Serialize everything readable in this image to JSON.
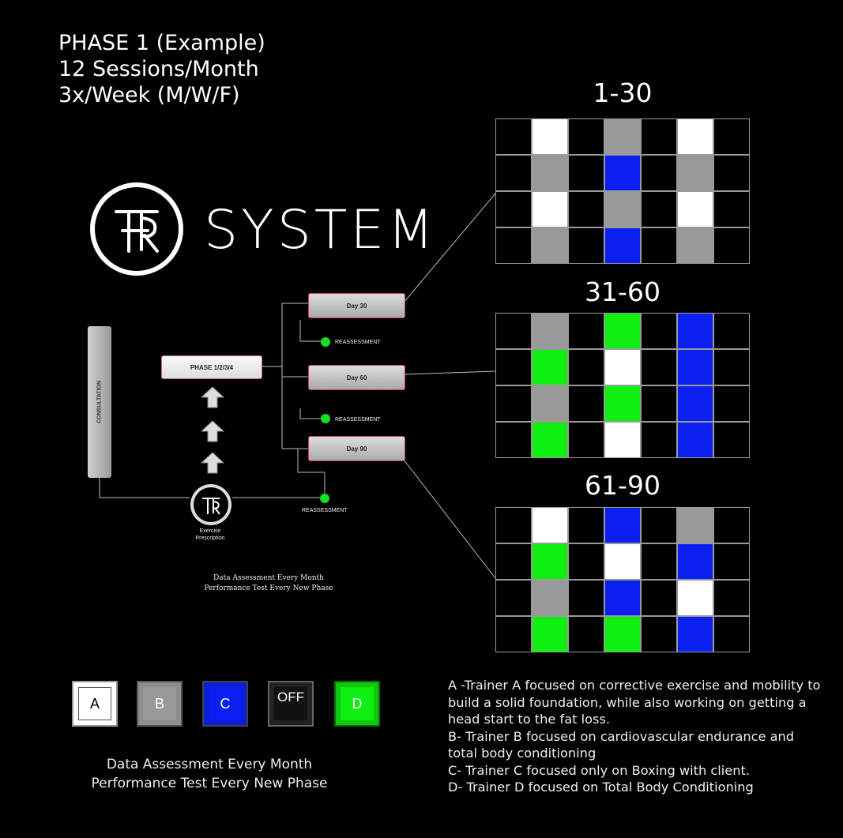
{
  "phase_title": {
    "line1": "PHASE 1 (Example)",
    "line2": "12 Sessions/Month",
    "line3": "3x/Week (M/W/F)"
  },
  "logo": {
    "text": "SYSTEM"
  },
  "flow": {
    "consultation": "CONSULTATION",
    "phase_box": "PHASE 1/2/3/4",
    "days": [
      "Day 30",
      "Day 60",
      "Day 90"
    ],
    "reassessment": "REASSESSMENT",
    "exercise_label_1": "Exercise",
    "exercise_label_2": "Prescription",
    "note_1": "Data Assessment Every Month",
    "note_2": "Performance Test Every New Phase"
  },
  "grids": [
    {
      "label": "1-30",
      "rows": [
        [
          "OFF",
          "A",
          "OFF",
          "B",
          "OFF",
          "A",
          "OFF"
        ],
        [
          "OFF",
          "B",
          "OFF",
          "C",
          "OFF",
          "B",
          "OFF"
        ],
        [
          "OFF",
          "A",
          "OFF",
          "B",
          "OFF",
          "A",
          "OFF"
        ],
        [
          "OFF",
          "B",
          "OFF",
          "C",
          "OFF",
          "B",
          "OFF"
        ]
      ]
    },
    {
      "label": "31-60",
      "rows": [
        [
          "OFF",
          "B",
          "OFF",
          "D",
          "OFF",
          "C",
          "OFF"
        ],
        [
          "OFF",
          "D",
          "OFF",
          "A",
          "OFF",
          "C",
          "OFF"
        ],
        [
          "OFF",
          "B",
          "OFF",
          "D",
          "OFF",
          "C",
          "OFF"
        ],
        [
          "OFF",
          "D",
          "OFF",
          "A",
          "OFF",
          "C",
          "OFF"
        ]
      ]
    },
    {
      "label": "61-90",
      "rows": [
        [
          "OFF",
          "A",
          "OFF",
          "C",
          "OFF",
          "B",
          "OFF"
        ],
        [
          "OFF",
          "D",
          "OFF",
          "A",
          "OFF",
          "C",
          "OFF"
        ],
        [
          "OFF",
          "B",
          "OFF",
          "C",
          "OFF",
          "A",
          "OFF"
        ],
        [
          "OFF",
          "D",
          "OFF",
          "D",
          "OFF",
          "C",
          "OFF"
        ]
      ]
    }
  ],
  "colors": {
    "A": "#ffffff",
    "B": "#999999",
    "C": "#0a1ff0",
    "OFF": "#000000",
    "D": "#10f010",
    "grid_line": "#9a9a9a"
  },
  "legend": [
    {
      "key": "A",
      "label": "A"
    },
    {
      "key": "B",
      "label": "B"
    },
    {
      "key": "C",
      "label": "C"
    },
    {
      "key": "OFF",
      "label": "OFF"
    },
    {
      "key": "D",
      "label": "D"
    }
  ],
  "bottom_note": {
    "line1": "Data Assessment Every Month",
    "line2": "Performance Test Every New Phase"
  },
  "descriptions": [
    "A -Trainer A focused on corrective exercise and mobility to build a solid foundation, while also working on getting a head start to the fat loss.",
    "B- Trainer B focused on cardiovascular endurance and total body conditioning",
    "C- Trainer C focused only on Boxing with client.",
    "D- Trainer D focused on Total Body Conditioning"
  ]
}
